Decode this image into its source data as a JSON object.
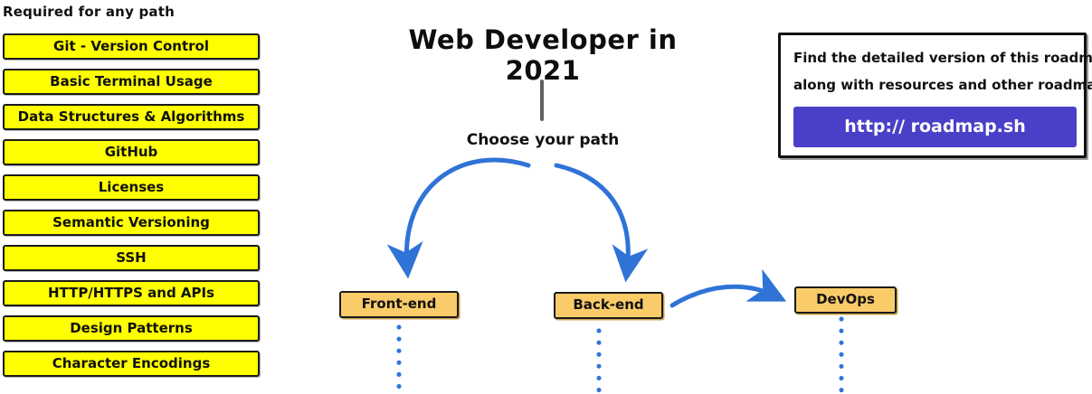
{
  "page": {
    "title": "Web Developer in 2021"
  },
  "colors": {
    "topic_yellow": "#FFFF00",
    "node_orange": "#F9CB69",
    "arrow_blue": "#2F73D7",
    "button_purple": "#4A40C8",
    "stem_gray": "#606060",
    "border_black": "#1A1A1A"
  },
  "sidebar": {
    "header": "Required for any path",
    "items": [
      "Git - Version Control",
      "Basic Terminal Usage",
      "Data Structures & Algorithms",
      "GitHub",
      "Licenses",
      "Semantic Versioning",
      "SSH",
      "HTTP/HTTPS and APIs",
      "Design Patterns",
      "Character Encodings"
    ]
  },
  "center": {
    "title": "Web Developer in 2021",
    "choose_label": "Choose your path",
    "paths": [
      {
        "label": "Front-end"
      },
      {
        "label": "Back-end"
      },
      {
        "label": "DevOps"
      }
    ]
  },
  "info_box": {
    "line1": "Find the detailed version of this roadmap",
    "line2": "along with resources and other roadmaps",
    "button_label": "http:// roadmap.sh"
  }
}
